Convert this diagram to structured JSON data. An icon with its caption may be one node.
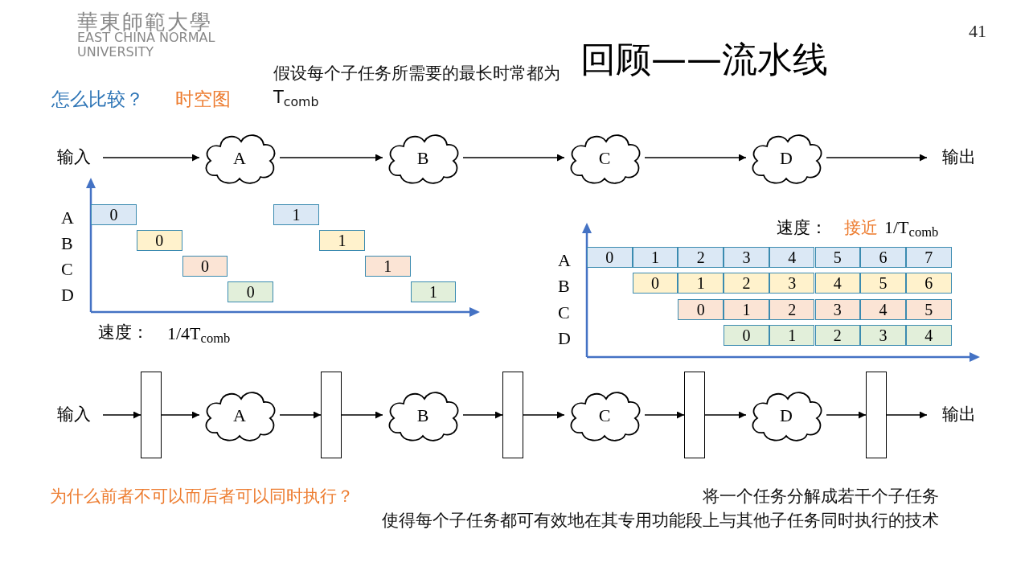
{
  "diagram": {
    "title": "回顾——流水线",
    "nodes": [
      {
        "text": [
          "输入"
        ]
      },
      {
        "text": [
          "A"
        ]
      },
      {
        "text": [
          "B"
        ]
      },
      {
        "text": [
          "C"
        ]
      },
      {
        "text": [
          "D"
        ]
      },
      {
        "text": [
          "输出"
        ]
      },
      {
        "text": [
          "输入"
        ]
      },
      {
        "text": [],
        "shape": "box"
      },
      {
        "text": [
          "A"
        ]
      },
      {
        "text": [],
        "shape": "box"
      },
      {
        "text": [
          "B"
        ]
      },
      {
        "text": [],
        "shape": "box"
      },
      {
        "text": [
          "C"
        ]
      },
      {
        "text": [],
        "shape": "box"
      },
      {
        "text": [
          "D"
        ]
      },
      {
        "text": [],
        "shape": "box"
      },
      {
        "text": [
          "输出"
        ]
      },
      {
        "text": [
          "0"
        ]
      },
      {
        "text": [
          "1"
        ]
      },
      {
        "text": [
          "0"
        ]
      },
      {
        "text": [
          "1"
        ]
      },
      {
        "text": [
          "0"
        ]
      },
      {
        "text": [
          "1"
        ]
      },
      {
        "text": [
          "0"
        ]
      },
      {
        "text": [
          "1"
        ]
      },
      {
        "text": [
          "0"
        ]
      },
      {
        "text": [
          "1"
        ]
      },
      {
        "text": [
          "2"
        ]
      },
      {
        "text": [
          "3"
        ]
      },
      {
        "text": [
          "4"
        ]
      },
      {
        "text": [
          "5"
        ]
      },
      {
        "text": [
          "6"
        ]
      },
      {
        "text": [
          "7"
        ]
      },
      {
        "text": [
          "0"
        ]
      },
      {
        "text": [
          "1"
        ]
      },
      {
        "text": [
          "2"
        ]
      },
      {
        "text": [
          "3"
        ]
      },
      {
        "text": [
          "4"
        ]
      },
      {
        "text": [
          "5"
        ]
      },
      {
        "text": [
          "6"
        ]
      },
      {
        "text": [
          "0"
        ]
      },
      {
        "text": [
          "1"
        ]
      },
      {
        "text": [
          "2"
        ]
      },
      {
        "text": [
          "3"
        ]
      },
      {
        "text": [
          "4"
        ]
      },
      {
        "text": [
          "5"
        ]
      },
      {
        "text": [
          "0"
        ]
      },
      {
        "text": [
          "1"
        ]
      },
      {
        "text": [
          "2"
        ]
      },
      {
        "text": [
          "3"
        ]
      },
      {
        "text": [
          "4"
        ]
      }
    ],
    "edges": [
      {
        "from": 0,
        "to": 1,
        "arrow": "to"
      },
      {
        "from": 1,
        "to": 2,
        "arrow": "to"
      },
      {
        "from": 2,
        "to": 3,
        "arrow": "to"
      },
      {
        "from": 3,
        "to": 4,
        "arrow": "to"
      },
      {
        "from": 4,
        "to": 5,
        "arrow": "to"
      },
      {
        "from": 6,
        "to": 7,
        "arrow": "to"
      },
      {
        "from": 7,
        "to": 8,
        "arrow": "to"
      },
      {
        "from": 8,
        "to": 9,
        "arrow": "to"
      },
      {
        "from": 9,
        "to": 10,
        "arrow": "to"
      },
      {
        "from": 10,
        "to": 11,
        "arrow": "to"
      },
      {
        "from": 11,
        "to": 12,
        "arrow": "to"
      },
      {
        "from": 12,
        "to": 13,
        "arrow": "to"
      },
      {
        "from": 13,
        "to": 14,
        "arrow": "to"
      },
      {
        "from": 14,
        "to": 15,
        "arrow": "to"
      },
      {
        "from": 15,
        "to": 16,
        "arrow": "to"
      }
    ],
    "labels": [
      "41",
      "華東師範大學",
      "EAST CHINA NORMAL UNIVERSITY",
      "怎么比较？",
      "时空图",
      "假设每个子任务所需要的最长时常都为T$_{comb}$",
      "A",
      "B",
      "C",
      "D",
      "速度：",
      "1/4T$_{comb}$",
      "速度：",
      "接近",
      "1/T$_{comb}$",
      "A",
      "B",
      "C",
      "D",
      "为什么前者不可以而后者可以同时执行？",
      "将一个任务分解成若干个子任务",
      "使得每个子任务都可有效地在其专用功能段上与其他子任务同时执行的技术"
    ]
  }
}
